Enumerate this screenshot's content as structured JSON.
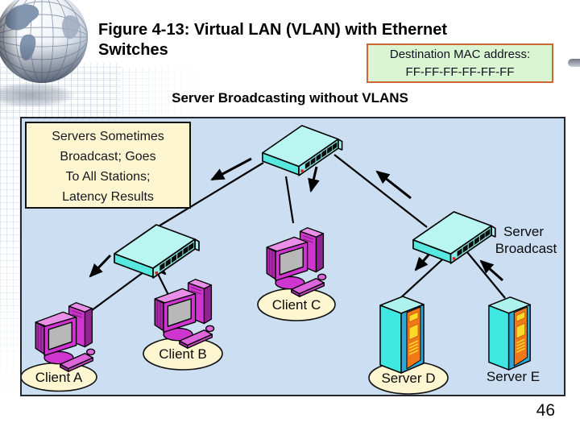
{
  "slide": {
    "title": "Figure 4-13: Virtual LAN (VLAN) with Ethernet\nSwitches",
    "subtitle": "Server Broadcasting without VLANS",
    "page_number": "46"
  },
  "mac_box": {
    "text": "Destination MAC address:\nFF-FF-FF-FF-FF-FF",
    "bg_color": "#d9f5d2",
    "border_color": "#cc6633"
  },
  "diagram": {
    "bg_color": "#cbdef2",
    "note": "Servers Sometimes\nBroadcast; Goes\nTo All Stations;\nLatency Results",
    "note_bg_color": "#fdf6d0",
    "labels": {
      "client_a": "Client A",
      "client_b": "Client B",
      "client_c": "Client C",
      "server_d": "Server D",
      "server_e": "Server E",
      "broadcast_line1": "Server",
      "broadcast_line2": "Broadcast"
    },
    "label_bg_color": "#fdf6d0",
    "devices": {
      "switches": [
        "top-switch",
        "left-switch",
        "right-switch"
      ],
      "clients": [
        "Client A",
        "Client B",
        "Client C"
      ],
      "servers": [
        "Server D",
        "Server E"
      ]
    },
    "device_colors": {
      "switch_cyan": "#7deee8",
      "client_magenta": "#cf35cf",
      "server_cyan": "#3fe9e2",
      "server_panel_orange": "#f07818"
    }
  }
}
